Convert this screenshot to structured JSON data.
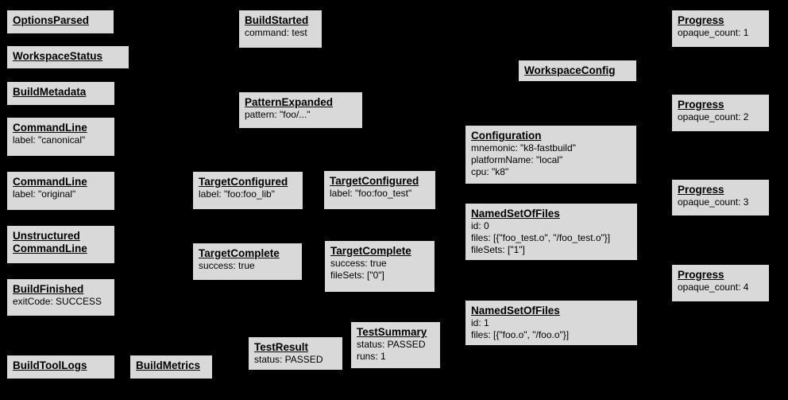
{
  "diagram": {
    "background_color": "#000000",
    "node_fill_color": "#d9d9d9",
    "node_border_color": "#000000",
    "nodes": [
      {
        "id": "options-parsed",
        "title_lines": [
          "OptionsParsed"
        ],
        "lines": []
      },
      {
        "id": "workspace-status",
        "title_lines": [
          "WorkspaceStatus"
        ],
        "lines": []
      },
      {
        "id": "build-metadata",
        "title_lines": [
          "BuildMetadata"
        ],
        "lines": []
      },
      {
        "id": "command-line-canonical",
        "title_lines": [
          "CommandLine"
        ],
        "lines": [
          "label: \"canonical\""
        ]
      },
      {
        "id": "command-line-original",
        "title_lines": [
          "CommandLine"
        ],
        "lines": [
          "label: \"original\""
        ]
      },
      {
        "id": "unstructured-command-line",
        "title_lines": [
          "Unstructured",
          "CommandLine"
        ],
        "lines": []
      },
      {
        "id": "build-finished",
        "title_lines": [
          "BuildFinished"
        ],
        "lines": [
          "exitCode: SUCCESS"
        ]
      },
      {
        "id": "build-tool-logs",
        "title_lines": [
          "BuildToolLogs"
        ],
        "lines": []
      },
      {
        "id": "build-metrics",
        "title_lines": [
          "BuildMetrics"
        ],
        "lines": []
      },
      {
        "id": "build-started",
        "title_lines": [
          "BuildStarted"
        ],
        "lines": [
          "command: test"
        ]
      },
      {
        "id": "pattern-expanded",
        "title_lines": [
          "PatternExpanded"
        ],
        "lines": [
          "pattern: \"foo/...\""
        ]
      },
      {
        "id": "target-configured-foo-lib",
        "title_lines": [
          "TargetConfigured"
        ],
        "lines": [
          "label: \"foo:foo_lib\""
        ]
      },
      {
        "id": "target-configured-foo-test",
        "title_lines": [
          "TargetConfigured"
        ],
        "lines": [
          "label: \"foo:foo_test\""
        ]
      },
      {
        "id": "target-complete-lib",
        "title_lines": [
          "TargetComplete"
        ],
        "lines": [
          "success: true"
        ]
      },
      {
        "id": "target-complete-test",
        "title_lines": [
          "TargetComplete"
        ],
        "lines": [
          "success: true",
          "fileSets: [\"0\"]"
        ]
      },
      {
        "id": "test-result",
        "title_lines": [
          "TestResult"
        ],
        "lines": [
          "status: PASSED"
        ]
      },
      {
        "id": "test-summary",
        "title_lines": [
          "TestSummary"
        ],
        "lines": [
          "status: PASSED",
          "runs: 1"
        ]
      },
      {
        "id": "workspace-config",
        "title_lines": [
          "WorkspaceConfig"
        ],
        "lines": []
      },
      {
        "id": "configuration",
        "title_lines": [
          "Configuration"
        ],
        "lines": [
          "mnemonic: \"k8-fastbuild\"",
          "platformName: \"local\"",
          "cpu: \"k8\""
        ]
      },
      {
        "id": "named-set-of-files-0",
        "title_lines": [
          "NamedSetOfFiles"
        ],
        "lines": [
          "id: 0",
          "files: [{\"foo_test.o\", \"/foo_test.o\"}]",
          "fileSets: [\"1\"]"
        ]
      },
      {
        "id": "named-set-of-files-1",
        "title_lines": [
          "NamedSetOfFiles"
        ],
        "lines": [
          "id: 1",
          "files: [{\"foo.o\", \"/foo.o\"}]"
        ]
      },
      {
        "id": "progress-1",
        "title_lines": [
          "Progress"
        ],
        "lines": [
          "opaque_count: 1"
        ]
      },
      {
        "id": "progress-2",
        "title_lines": [
          "Progress"
        ],
        "lines": [
          "opaque_count: 2"
        ]
      },
      {
        "id": "progress-3",
        "title_lines": [
          "Progress"
        ],
        "lines": [
          "opaque_count: 3"
        ]
      },
      {
        "id": "progress-4",
        "title_lines": [
          "Progress"
        ],
        "lines": [
          "opaque_count: 4"
        ]
      }
    ]
  }
}
